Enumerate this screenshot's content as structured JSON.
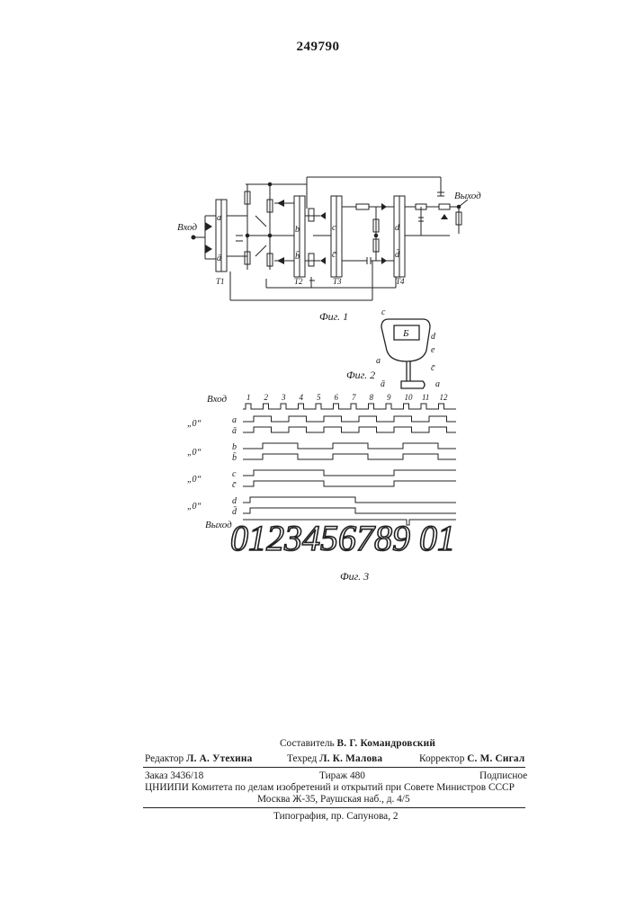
{
  "patent_number": "249790",
  "fig1": {
    "caption": "Фиг. 1",
    "input_label": "Вход",
    "output_label": "Выход",
    "node_labels": [
      "a",
      "ā",
      "b",
      "b̄",
      "c",
      "c̄",
      "d",
      "d̄"
    ],
    "trigger_labels": [
      "T1",
      "T2",
      "T3",
      "T4"
    ]
  },
  "fig2": {
    "caption": "Фиг. 2",
    "letter_inside": "Б",
    "segment_labels": [
      "c",
      "d",
      "e",
      "a",
      "ā",
      "c̄",
      "a"
    ]
  },
  "fig3": {
    "caption": "Фиг. 3",
    "input_label": "Вход",
    "output_label": "Выход",
    "pulse_numbers": [
      "1",
      "2",
      "3",
      "4",
      "5",
      "6",
      "7",
      "8",
      "9",
      "10",
      "11",
      "12"
    ],
    "zero_label": "„0“",
    "signal_rows": [
      {
        "name": "a",
        "bar": "ā"
      },
      {
        "name": "b",
        "bar": "b̄"
      },
      {
        "name": "c",
        "bar": "c̄"
      },
      {
        "name": "d",
        "bar": "d̄"
      }
    ],
    "digit_sequence": "0123456789 01"
  },
  "credits": {
    "compiler_label": "Составитель",
    "compiler_name": "В. Г. Командровский",
    "editor_label": "Редактор",
    "editor_name": "Л. А. Утехина",
    "techred_label": "Техред",
    "techred_name": "Л. К. Малова",
    "corrector_label": "Корректор",
    "corrector_name": "С. М. Сигал",
    "order": "Заказ 3436/18",
    "print_run": "Тираж 480",
    "subscription": "Подписное",
    "institute": "ЦНИИПИ Комитета по делам изобретений и открытий при Совете Министров СССР",
    "address": "Москва Ж-35, Раушская наб., д. 4/5",
    "printing_house": "Типография, пр. Сапунова, 2"
  }
}
